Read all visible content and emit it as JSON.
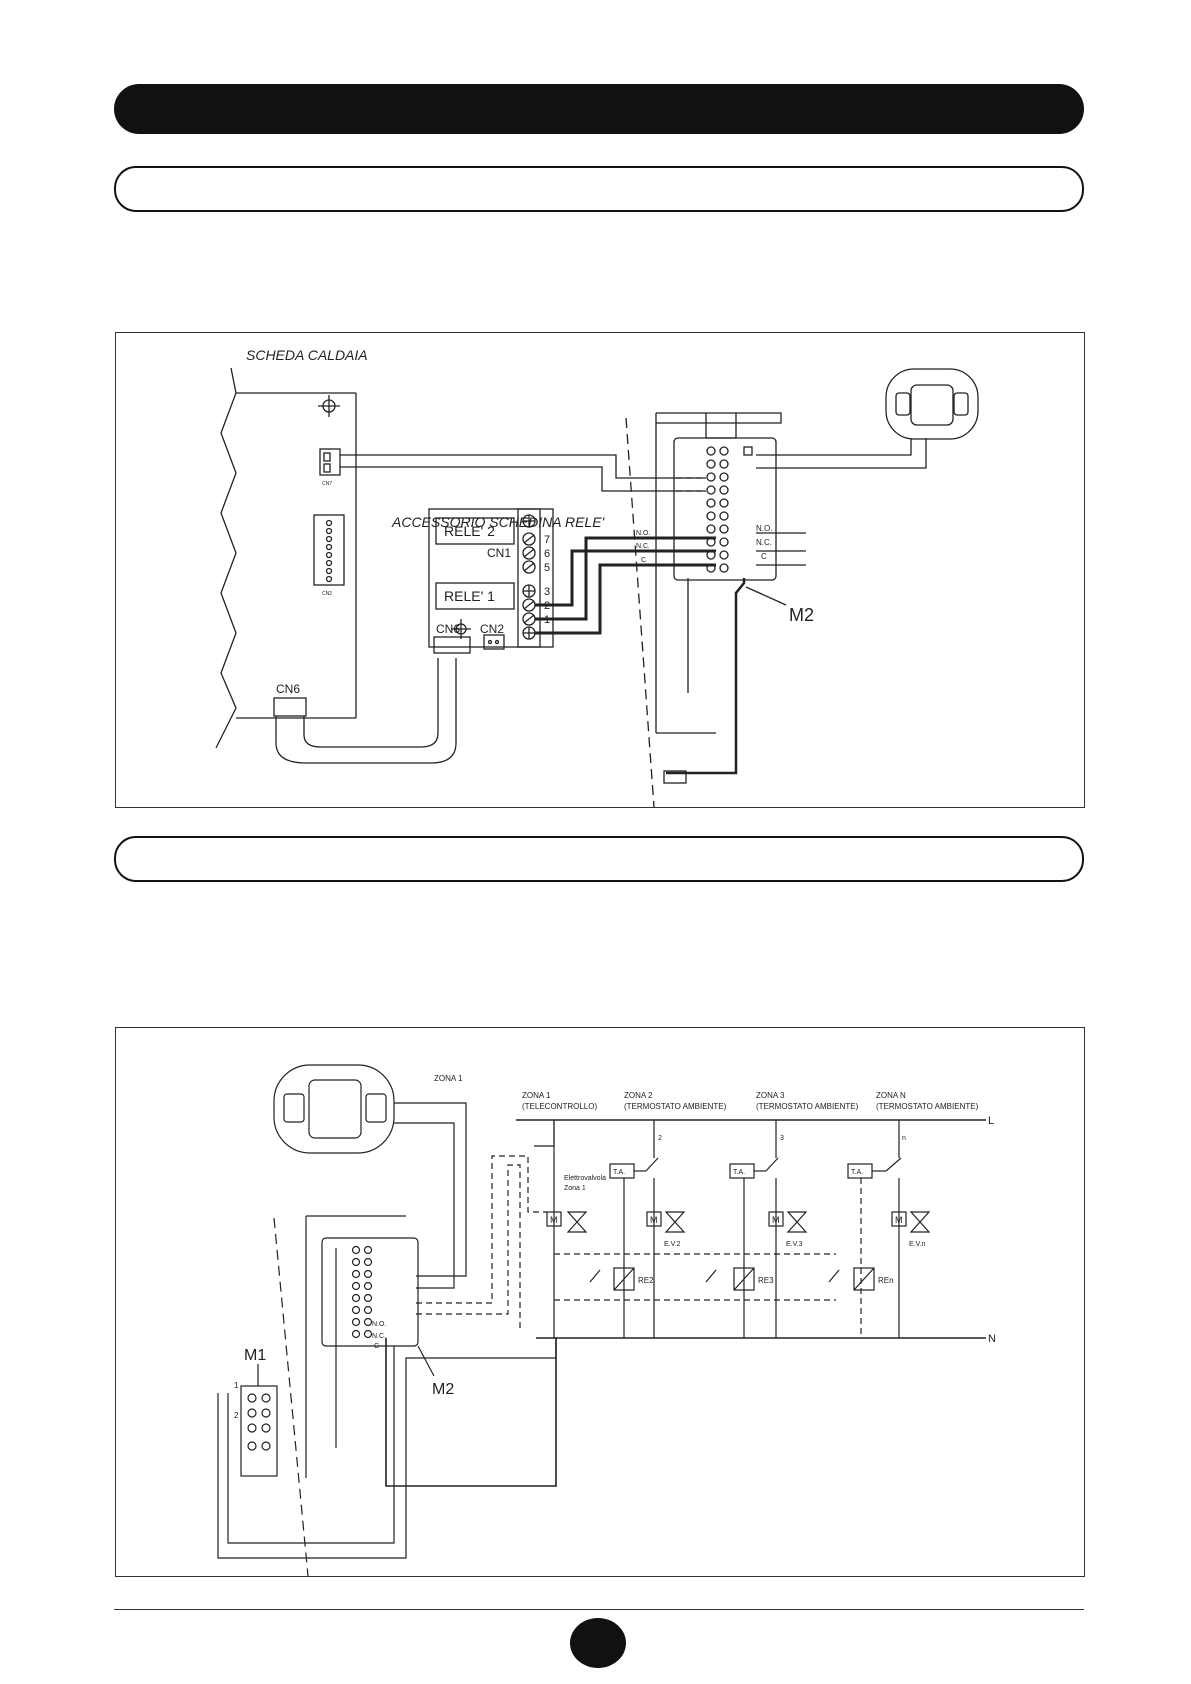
{
  "diagram1": {
    "board_label": "SCHEDA CALDAIA",
    "accessory_label": "ACCESSORIO SCHEDINA RELE'",
    "relay2": "RELE' 2",
    "relay1": "RELE' 1",
    "cn1": "CN1",
    "cn6_board": "CN6",
    "cn6_acc": "CN6",
    "cn2": "CN2",
    "cn7_small": "CN7",
    "cn2_small": "CN2",
    "t7": "7",
    "t6": "6",
    "t5": "5",
    "t3": "3",
    "t2": "2",
    "t1": "1",
    "no": "N.O.",
    "nc": "N.C.",
    "c": "C",
    "no_m2": "N.O.",
    "nc_m2": "N.C.",
    "c_m2": "C",
    "m2": "M2"
  },
  "diagram2": {
    "zona1_top": "ZONA 1",
    "zona1": "ZONA 1",
    "zona1_sub": "(TELECONTROLLO)",
    "zona2": "ZONA 2",
    "zona2_sub": "(TERMOSTATO AMBIENTE)",
    "zona3": "ZONA 3",
    "zona3_sub": "(TERMOSTATO AMBIENTE)",
    "zonan": "ZONA N",
    "zonan_sub": "(TERMOSTATO AMBIENTE)",
    "line_l": "L",
    "line_n": "N",
    "ev_label": "Elettrovalvola",
    "ev_zone": "Zona 1",
    "ta": "T.A.",
    "ta2_num": "2",
    "ta3_num": "3",
    "tan_num": "n",
    "motor": "M",
    "ev2": "E.V.2",
    "ev3": "E.V.3",
    "evn": "E.V.n",
    "re2": "RE2",
    "re3": "RE3",
    "ren": "REn",
    "m1": "M1",
    "m2": "M2",
    "no": "N.O.",
    "nc": "N.C.",
    "c": "C",
    "t1": "1",
    "t2": "2"
  }
}
